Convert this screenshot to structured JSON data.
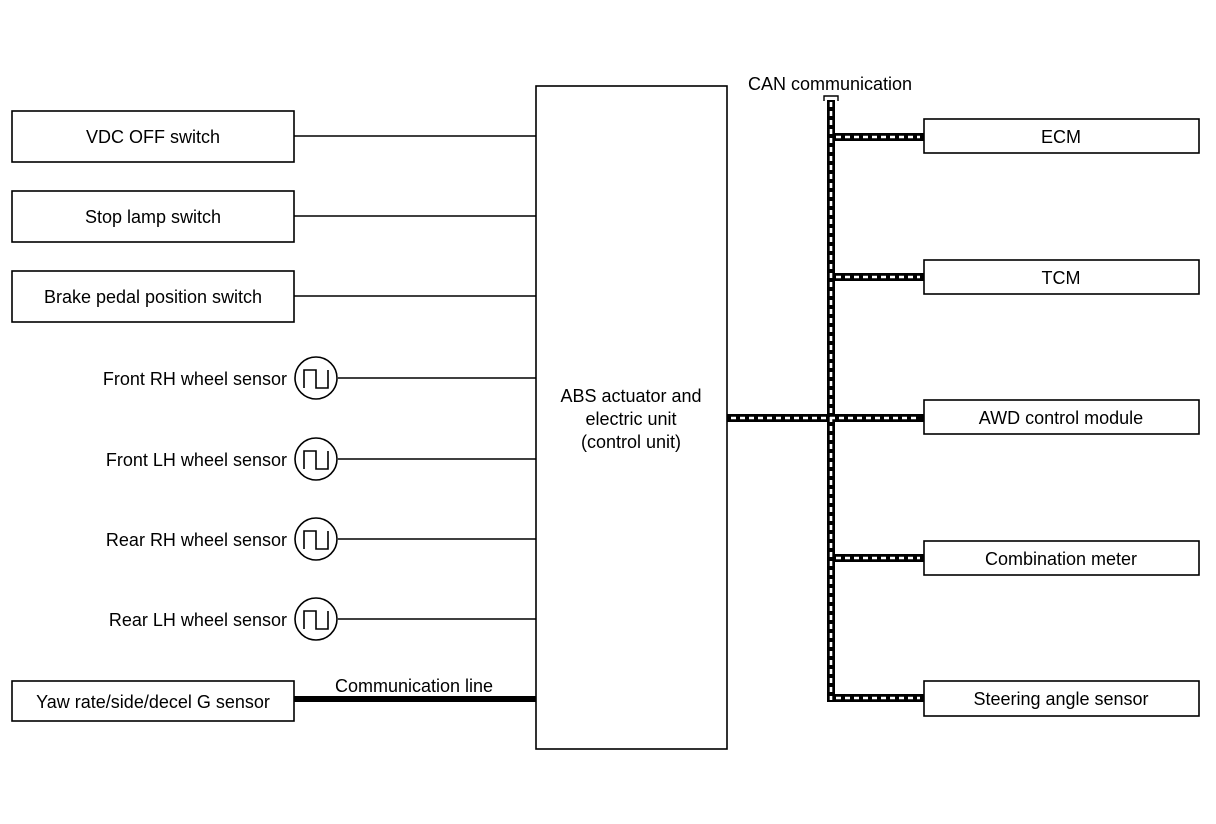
{
  "left_blocks": [
    {
      "id": "vdc-off-switch",
      "label": "VDC OFF switch"
    },
    {
      "id": "stop-lamp-switch",
      "label": "Stop lamp switch"
    },
    {
      "id": "brake-pedal-position-switch",
      "label": "Brake pedal position switch"
    }
  ],
  "wheel_sensors": [
    {
      "id": "front-rh-wheel-sensor",
      "label": "Front RH wheel sensor"
    },
    {
      "id": "front-lh-wheel-sensor",
      "label": "Front LH wheel sensor"
    },
    {
      "id": "rear-rh-wheel-sensor",
      "label": "Rear RH wheel sensor"
    },
    {
      "id": "rear-lh-wheel-sensor",
      "label": "Rear LH wheel sensor"
    }
  ],
  "yaw_sensor": {
    "label": "Yaw rate/side/decel G sensor"
  },
  "communication_line": {
    "label": "Communication line"
  },
  "control_unit": {
    "lines": [
      "ABS actuator and",
      "electric unit",
      "(control unit)"
    ]
  },
  "can": {
    "label": "CAN communication"
  },
  "right_blocks": [
    {
      "id": "ecm",
      "label": "ECM"
    },
    {
      "id": "tcm",
      "label": "TCM"
    },
    {
      "id": "awd-control-module",
      "label": "AWD control module"
    },
    {
      "id": "combination-meter",
      "label": "Combination meter"
    },
    {
      "id": "steering-angle-sensor",
      "label": "Steering angle sensor"
    }
  ]
}
